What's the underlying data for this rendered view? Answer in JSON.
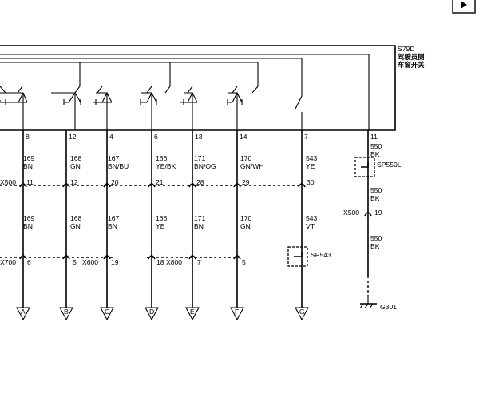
{
  "component": {
    "id": "S79D",
    "name_line1": "驾驶员侧",
    "name_line2": "车窗开关"
  },
  "wires": [
    {
      "pin": "8",
      "circuit": "169",
      "color": "BN",
      "inline_pin": "11",
      "circuit2": "169",
      "color2": "BN",
      "low_pin": "6",
      "ground": "A"
    },
    {
      "pin": "12",
      "circuit": "168",
      "color": "GN",
      "inline_pin": "12",
      "circuit2": "168",
      "color2": "GN",
      "low_pin": "5",
      "ground": "B"
    },
    {
      "pin": "4",
      "circuit": "167",
      "color": "BN/BU",
      "inline_pin": "20",
      "circuit2": "167",
      "color2": "BN",
      "low_pin": "19",
      "ground": "C"
    },
    {
      "pin": "6",
      "circuit": "166",
      "color": "YE/BK",
      "inline_pin": "21",
      "circuit2": "166",
      "color2": "YE",
      "low_pin": "18",
      "ground": "D"
    },
    {
      "pin": "13",
      "circuit": "171",
      "color": "BN/OG",
      "inline_pin": "28",
      "circuit2": "171",
      "color2": "BN",
      "low_pin": "7",
      "ground": "E"
    },
    {
      "pin": "14",
      "circuit": "170",
      "color": "GN/WH",
      "inline_pin": "29",
      "circuit2": "170",
      "color2": "GN",
      "low_pin": "5",
      "ground": "F"
    },
    {
      "pin": "7",
      "circuit": "543",
      "color": "YE",
      "inline_pin": "30",
      "circuit2": "543",
      "color2": "VT",
      "ground": "G"
    }
  ],
  "connectors": {
    "x500_left": "X500",
    "x700": "X700",
    "x600": "X600",
    "x800": "X800",
    "x500_right": "X500"
  },
  "pin11": {
    "pin": "11",
    "circuit": "550",
    "color": "BK",
    "splice": "SP550L",
    "circuit2": "550",
    "color2": "BK",
    "inline_pin": "19",
    "circuit3": "550",
    "color3": "BK",
    "ground_id": "G301"
  },
  "sp543": "SP543",
  "ui": {
    "play_icon": "play-icon"
  }
}
